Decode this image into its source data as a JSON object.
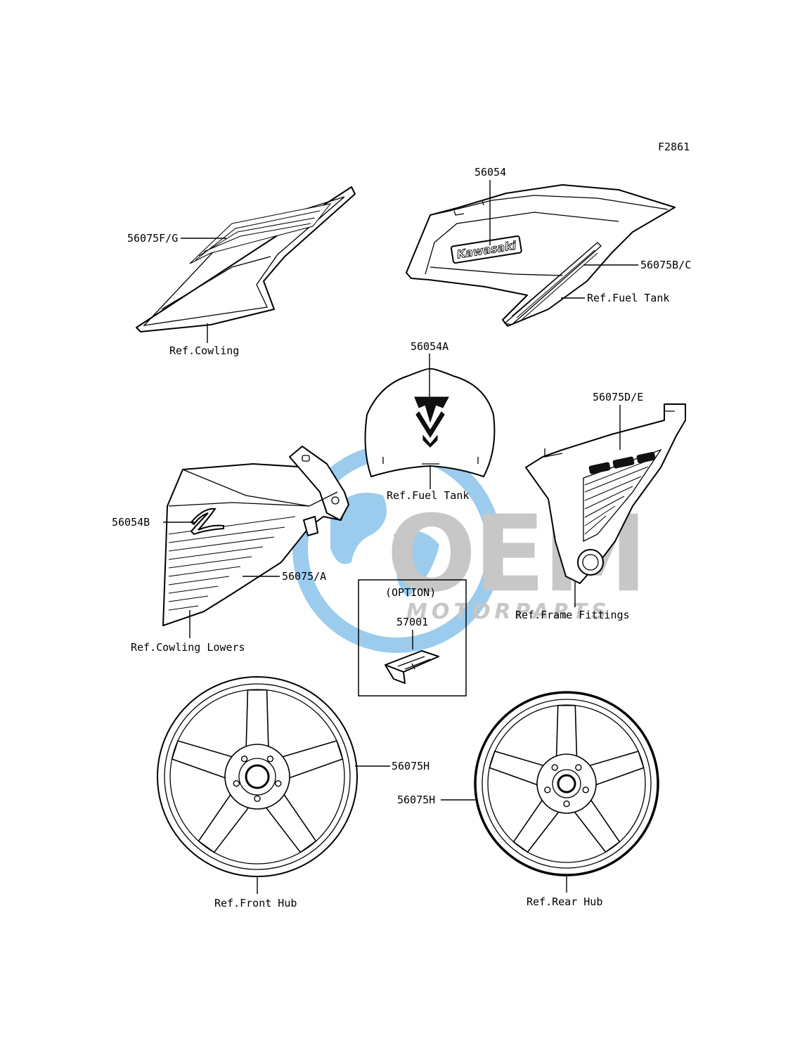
{
  "figure_code": "F2861",
  "watermark": {
    "brand": "OEM",
    "tagline": "MOTORPARTS",
    "color_blue": "#4aa3df",
    "color_gray": "#9a9a9a"
  },
  "callouts": {
    "front_cowl_part": "56075F/G",
    "front_cowl_ref": "Ref.Cowling",
    "tank_logo": "56054",
    "tank_stripe": "56075B/C",
    "tank_ref": "Ref.Fuel Tank",
    "tank_top_logo": "56054A",
    "tank_top_ref": "Ref.Fuel Tank",
    "side_panel_part": "56075D/E",
    "side_panel_ref": "Ref.Frame Fittings",
    "lower_cowl_logo": "56054B",
    "lower_cowl_stripe": "56075/A",
    "lower_cowl_ref": "Ref.Cowling Lowers",
    "option_title": "(OPTION)",
    "option_part": "57001",
    "front_wheel_part": "56075H",
    "front_wheel_ref": "Ref.Front Hub",
    "rear_wheel_part": "56075H",
    "rear_wheel_ref": "Ref.Rear Hub"
  },
  "tank_logo_text": "Kawasaki",
  "icons": {
    "tank_top_emblem": "z-chevron-emblem-icon",
    "lower_cowl_emblem": "z-letter-emblem-icon",
    "option_part": "bracket-clip-icon"
  }
}
